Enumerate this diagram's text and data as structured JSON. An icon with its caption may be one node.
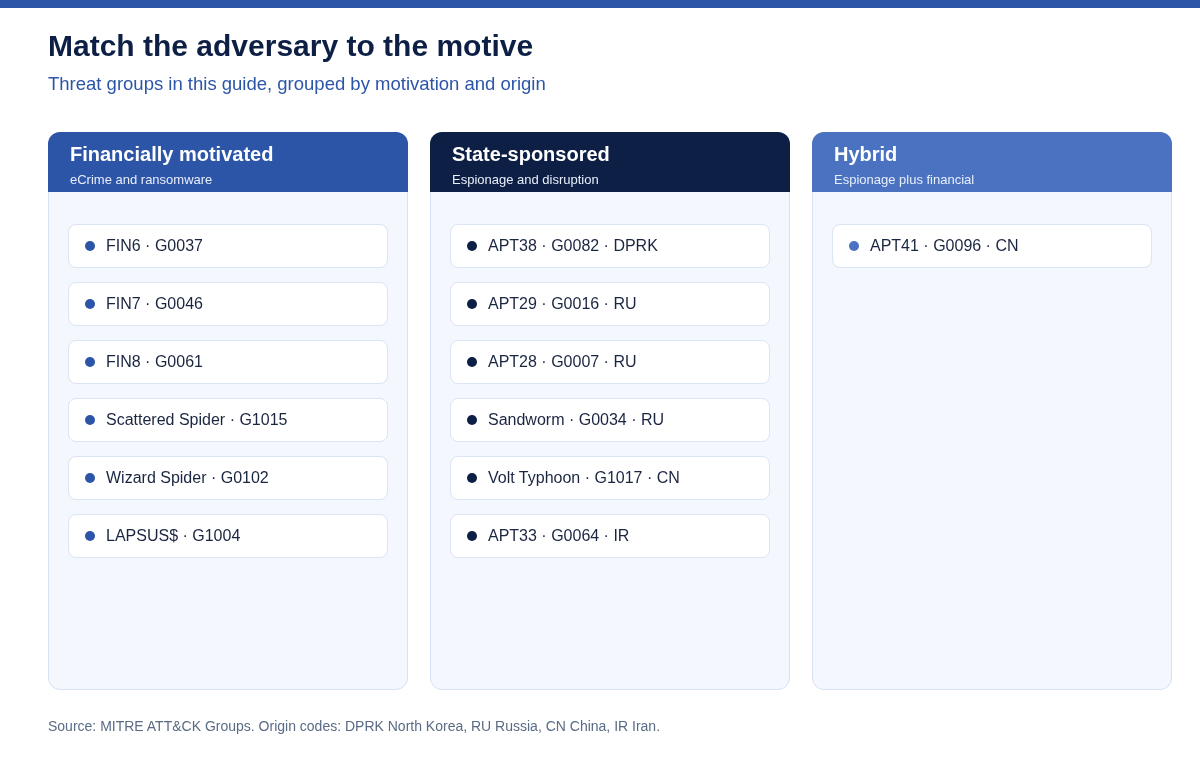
{
  "diagram": {
    "title": "Match the adversary to the motive",
    "caption": "Source: MITRE ATT&CK Groups. Origin codes: DPRK North Korea, RU Russia, CN China, IR Iran.",
    "labels": [
      "Threat groups in this guide, grouped by motivation and origin"
    ],
    "nodes": [
      {
        "text": [
          "Financially motivated",
          "eCrime and ransomware"
        ]
      },
      {
        "text": [
          "FIN6 · G0037"
        ],
        "in": 0
      },
      {
        "text": [
          "FIN7 · G0046"
        ],
        "in": 0
      },
      {
        "text": [
          "FIN8 · G0061"
        ],
        "in": 0
      },
      {
        "text": [
          "Scattered Spider · G1015"
        ],
        "in": 0
      },
      {
        "text": [
          "Wizard Spider · G0102"
        ],
        "in": 0
      },
      {
        "text": [
          "LAPSUS$ · G1004"
        ],
        "in": 0
      },
      {
        "text": [
          "State-sponsored",
          "Espionage and disruption"
        ]
      },
      {
        "text": [
          "APT38 · G0082 · DPRK"
        ],
        "in": 7
      },
      {
        "text": [
          "APT29 · G0016 · RU"
        ],
        "in": 7
      },
      {
        "text": [
          "APT28 · G0007 · RU"
        ],
        "in": 7
      },
      {
        "text": [
          "Sandworm · G0034 · RU"
        ],
        "in": 7
      },
      {
        "text": [
          "Volt Typhoon · G1017 · CN"
        ],
        "in": 7
      },
      {
        "text": [
          "APT33 · G0064 · IR"
        ],
        "in": 7
      },
      {
        "text": [
          "Hybrid",
          "Espionage plus financial"
        ]
      },
      {
        "text": [
          "APT41 · G0096 · CN"
        ],
        "in": 14
      }
    ]
  }
}
